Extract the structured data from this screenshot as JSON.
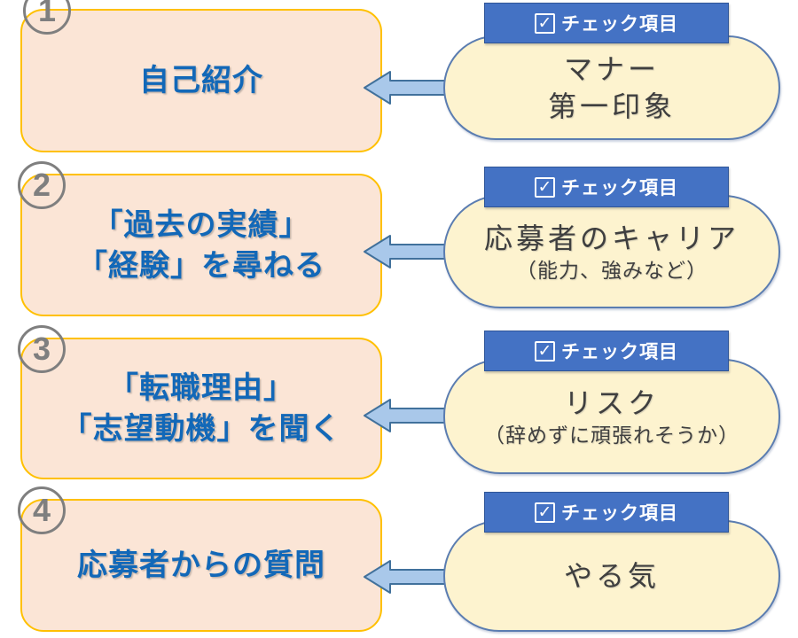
{
  "colors": {
    "box_fill": "#FBE5D6",
    "box_border": "#FFC000",
    "title_text": "#1268B8",
    "header_fill": "#4472C4",
    "header_text": "#FFFFFF",
    "capsule_fill": "#FDF3CF",
    "capsule_border": "#5B7DB1",
    "arrow_fill": "#A9C8EA",
    "arrow_stroke": "#41719C",
    "number_color": "#7F7F7F",
    "note_color": "#3F3F3F"
  },
  "header_label": "チェック項目",
  "steps": [
    {
      "number": "1",
      "title_line1": "自己紹介",
      "check_main": "マナー",
      "check_main2": "第一印象"
    },
    {
      "number": "2",
      "title_line1": "「過去の実績」",
      "title_line2": "「経験」を尋ねる",
      "check_main": "応募者のキャリア",
      "check_sub": "（能力、強みなど）"
    },
    {
      "number": "3",
      "title_line1": "「転職理由」",
      "title_line2": "「志望動機」を聞く",
      "check_main": "リスク",
      "check_sub": "（辞めずに頑張れそうか）"
    },
    {
      "number": "4",
      "title_line1": "応募者からの質問",
      "check_main": "やる気"
    }
  ]
}
